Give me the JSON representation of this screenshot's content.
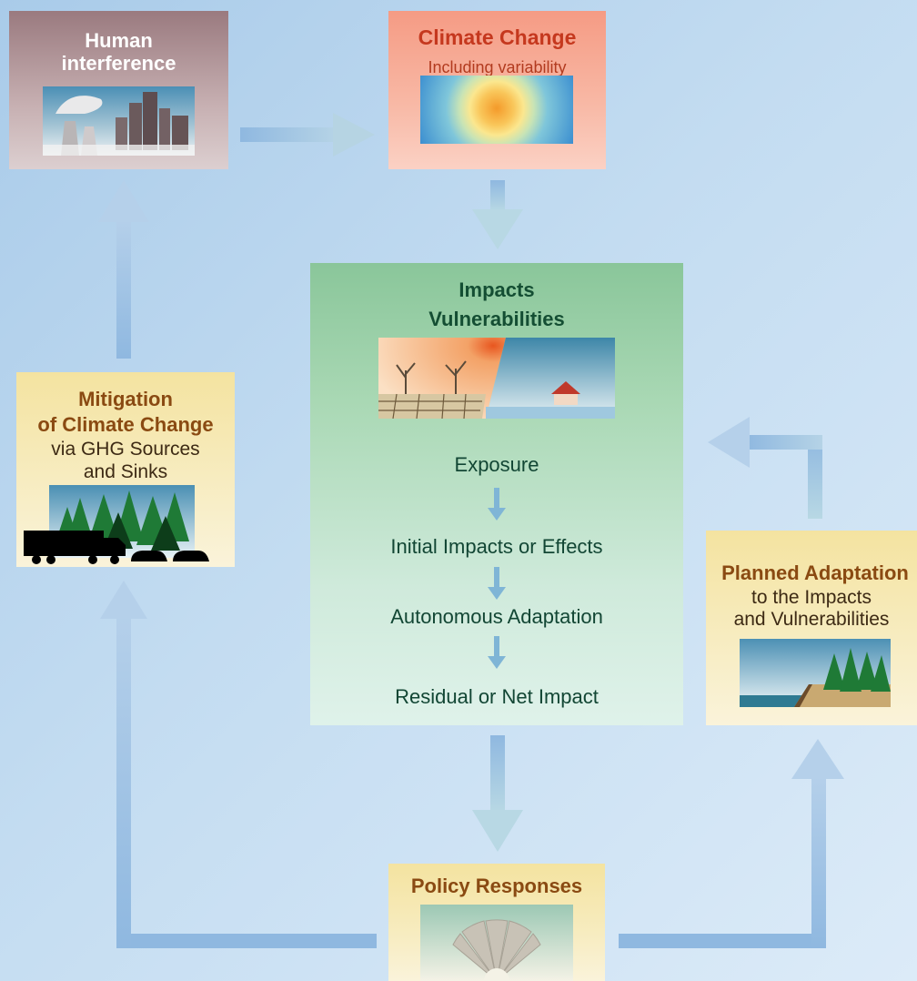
{
  "nodes": {
    "human": {
      "title_line1": "Human",
      "title_line2": "interference"
    },
    "climate": {
      "title": "Climate Change",
      "subtitle": "Including variability"
    },
    "impacts": {
      "title_line1": "Impacts",
      "title_line2": "Vulnerabilities",
      "steps": [
        "Exposure",
        "Initial Impacts or Effects",
        "Autonomous Adaptation",
        "Residual or Net Impact"
      ]
    },
    "mitigation": {
      "title_line1": "Mitigation",
      "title_line2": "of Climate Change",
      "sub_line1": "via GHG Sources",
      "sub_line2": "and Sinks"
    },
    "planned": {
      "title": "Planned Adaptation",
      "sub_line1": "to the Impacts",
      "sub_line2": "and Vulnerabilities"
    },
    "policy": {
      "title": "Policy Responses"
    }
  },
  "colors": {
    "arrow": "#8fb8e0",
    "arrow_light": "#b5d0ea",
    "small_arrow": "#7fb5d6",
    "background": "#c3dcf1"
  },
  "icons": {
    "human": "factory-city-icon",
    "climate": "sun-heat-icon",
    "impacts": "drought-flood-icon",
    "mitigation": "forest-vehicles-icon",
    "planned": "seawall-trees-icon",
    "policy": "parliament-icon"
  }
}
